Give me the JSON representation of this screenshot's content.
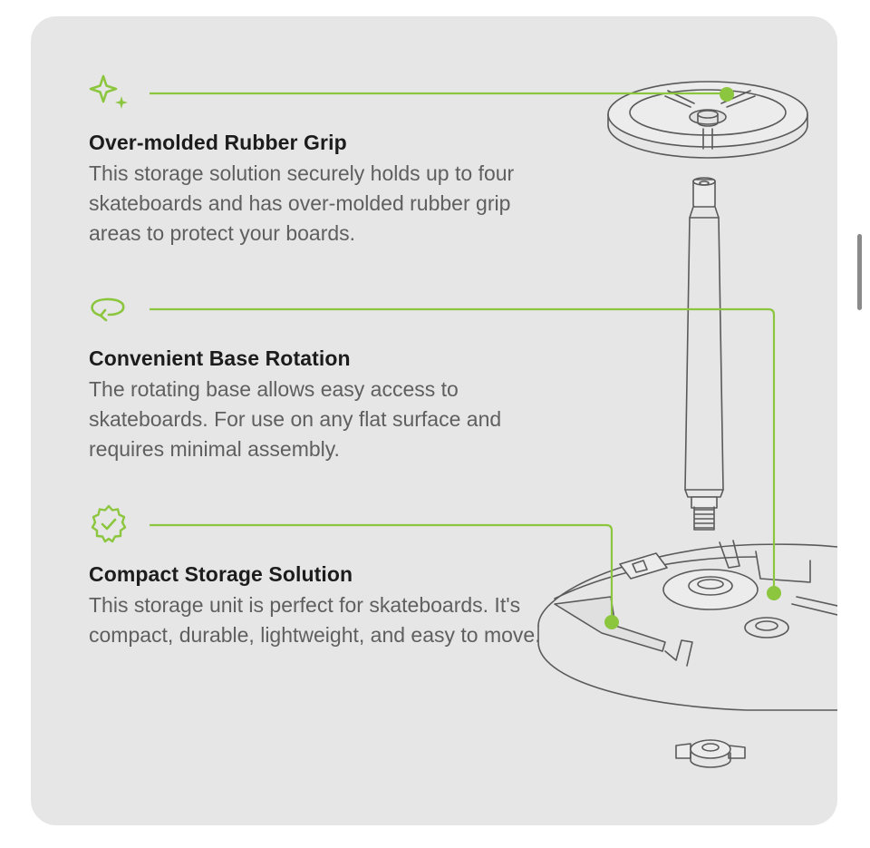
{
  "features": [
    {
      "icon": "sparkle-icon",
      "title": "Over-molded Rubber Grip",
      "description": "This storage solution securely holds up to four skateboards and has over-molded rubber grip areas to protect your boards."
    },
    {
      "icon": "rotate-icon",
      "title": "Convenient Base Rotation",
      "description": "The rotating base allows easy access to skateboards. For use on any flat surface and requires minimal assembly."
    },
    {
      "icon": "check-badge-icon",
      "title": "Compact Storage Solution",
      "description": "This storage unit is perfect for skateboards. It's compact, durable, lightweight, and easy to move."
    }
  ],
  "colors": {
    "accent": "#8cc63f",
    "card_background": "#e6e6e6",
    "title": "#1c1c1c",
    "description": "#5f5f5f",
    "line_art": "#5a5a5a"
  }
}
